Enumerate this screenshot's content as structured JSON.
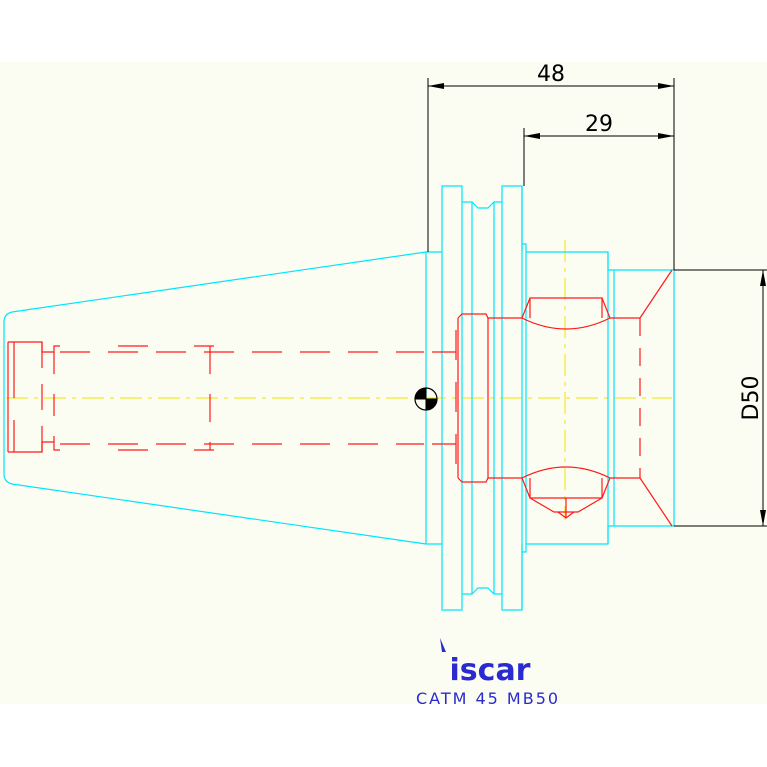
{
  "colors": {
    "sheet": "#fbfdf2",
    "outline": "#00e5ff",
    "hidden": "#ff1a1a",
    "centerline": "#f2e600",
    "dimension": "#000000",
    "brand": "#2a2ad0"
  },
  "dimensions": {
    "overall_length": "48",
    "partial_length": "29",
    "diameter": "D50"
  },
  "logo": {
    "brand": "iscar"
  },
  "model": {
    "designation": "CATM 45 MB50"
  }
}
